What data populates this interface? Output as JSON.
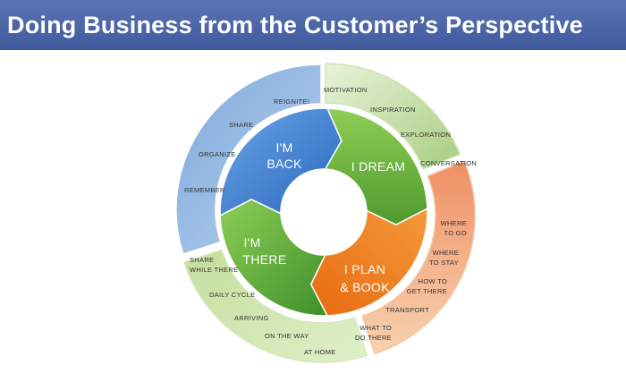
{
  "title": "Doing Business from the Customer’s Perspective",
  "phases": {
    "back": {
      "line1": "I'M",
      "line2": "BACK"
    },
    "dream": {
      "line1": "I DREAM"
    },
    "plan": {
      "line1": "I PLAN",
      "line2": "& BOOK"
    },
    "there": {
      "line1": "I'M",
      "line2": "THERE"
    }
  },
  "outer": {
    "back": [
      "REIGNITE!",
      "SHARE",
      "ORGANIZE",
      "REMEMBER"
    ],
    "dream": [
      "MOTIVATION",
      "INSPIRATION",
      "EXPLORATION",
      "CONVERSATION"
    ],
    "plan": [
      [
        "WHERE",
        "TO GO"
      ],
      [
        "WHERE",
        "TO STAY"
      ],
      [
        "HOW TO",
        "GET THERE"
      ],
      [
        "TRANSPORT"
      ],
      [
        "WHAT TO",
        "DO THERE"
      ]
    ],
    "there": [
      [
        "SHARE",
        "WHILE THERE"
      ],
      [
        "DAILY CYCLE"
      ],
      [
        "ARRIVING"
      ],
      [
        "ON THE WAY"
      ],
      [
        "AT HOME"
      ]
    ]
  },
  "colors": {
    "title_bar": "#4a64a8",
    "back": "#3b7fd0",
    "dream": "#6db33f",
    "plan": "#ee7a1a",
    "there": "#5fae3a",
    "outer_back": "#9fc0e6",
    "outer_dream": "#bcd89a",
    "outer_plan": "#f2a77e",
    "outer_there": "#c9e1a8"
  }
}
